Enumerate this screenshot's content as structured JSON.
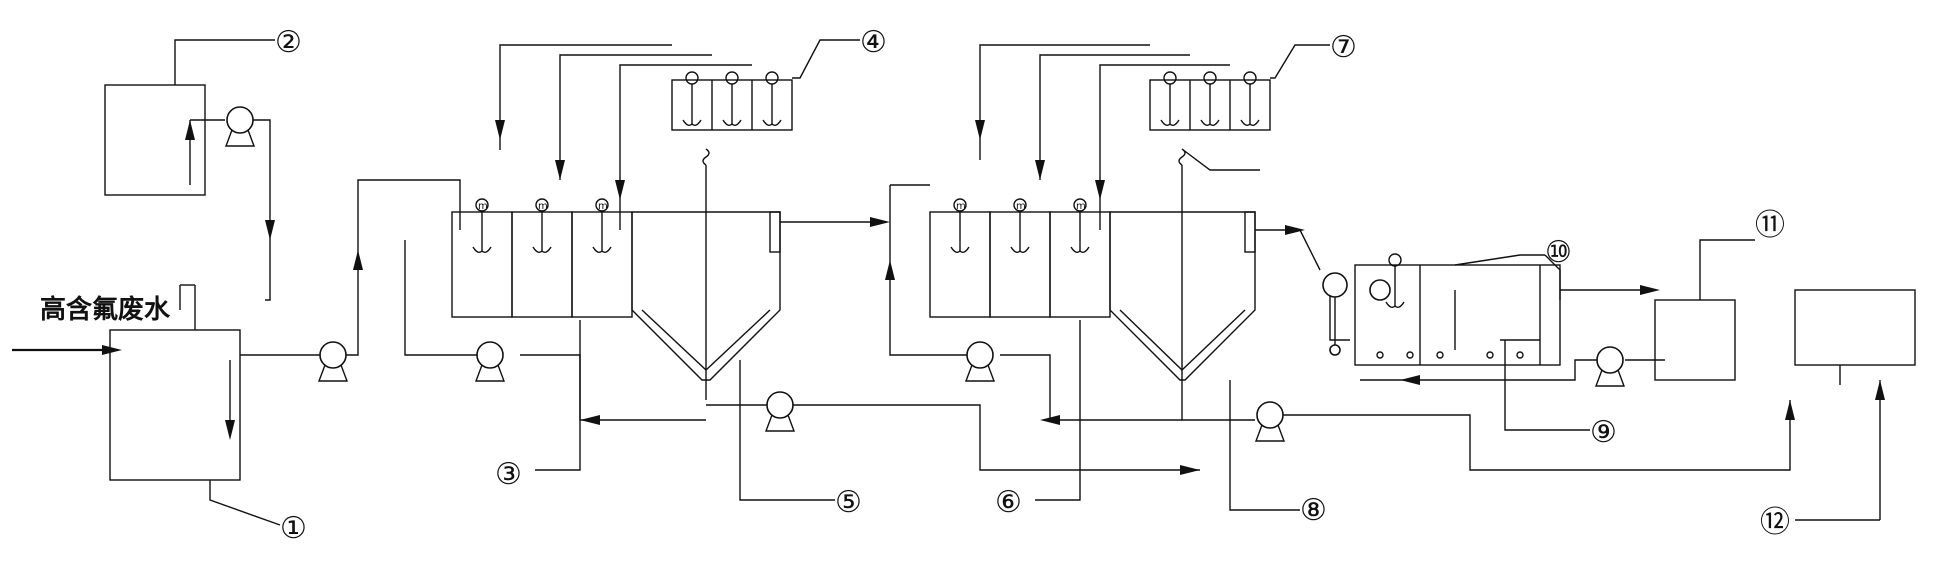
{
  "title": "高含氟废水",
  "callouts": [
    {
      "id": "1",
      "label": "①"
    },
    {
      "id": "2",
      "label": "②"
    },
    {
      "id": "3",
      "label": "③"
    },
    {
      "id": "4",
      "label": "④"
    },
    {
      "id": "5",
      "label": "⑤"
    },
    {
      "id": "6",
      "label": "⑥"
    },
    {
      "id": "7",
      "label": "⑦"
    },
    {
      "id": "8",
      "label": "⑧"
    },
    {
      "id": "9",
      "label": "⑨"
    },
    {
      "id": "10",
      "label": "⑩"
    },
    {
      "id": "11",
      "label": "⑪"
    },
    {
      "id": "12",
      "label": "⑫"
    }
  ],
  "mixer_symbol": "m"
}
